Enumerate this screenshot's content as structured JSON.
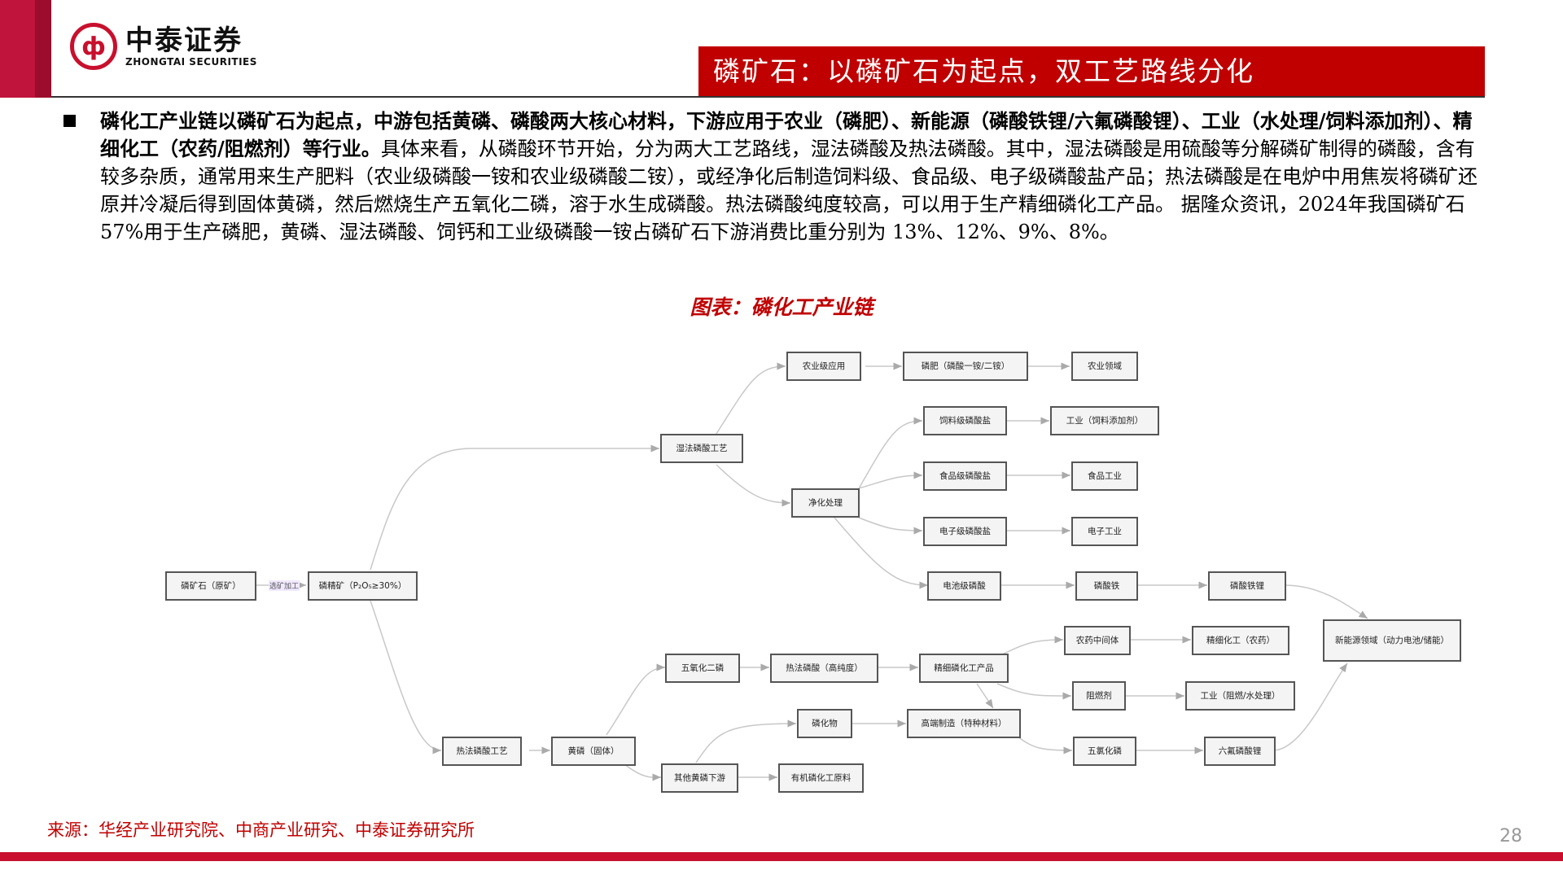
{
  "header": {
    "logo_cn": "中泰证券",
    "logo_en": "ZHONGTAI SECURITIES",
    "title": "磷矿石：以磷矿石为起点，双工艺路线分化"
  },
  "body": {
    "bold_lead": "磷化工产业链以磷矿石为起点，中游包括黄磷、磷酸两大核心材料，下游应用于农业（磷肥）、新能源（磷酸铁锂/六氟磷酸锂）、工业（水处理/饲料添加剂）、精细化工（农药/阻燃剂）等行业。",
    "rest": "具体来看，从磷酸环节开始，分为两大工艺路线，湿法磷酸及热法磷酸。其中，湿法磷酸是用硫酸等分解磷矿制得的磷酸，含有较多杂质，通常用来生产肥料（农业级磷酸一铵和农业级磷酸二铵），或经净化后制造饲料级、食品级、电子级磷酸盐产品；热法磷酸是在电炉中用焦炭将磷矿还原并冷凝后得到固体黄磷，然后燃烧生产五氧化二磷，溶于水生成磷酸。热法磷酸纯度较高，可以用于生产精细磷化工产品。 据隆众资讯，2024年我国磷矿石57%用于生产磷肥，黄磷、湿法磷酸、饲钙和工业级磷酸一铵占磷矿石下游消费比重分别为 13%、12%、9%、8%。"
  },
  "figure": {
    "title": "图表：磷化工产业链",
    "edge_label": "选矿加工",
    "nodes": {
      "raw_ore": "磷矿石（原矿）",
      "concentrate": "磷精矿（P₂O₅≥30%）",
      "wet_process": "湿法磷酸工艺",
      "agri_app": "农业级应用",
      "fertilizer": "磷肥（磷酸一铵/二铵）",
      "agri_field": "农业领域",
      "purification": "净化处理",
      "feed_phosphate": "饲料级磷酸盐",
      "industry_feed": "工业（饲料添加剂）",
      "food_phosphate": "食品级磷酸盐",
      "food_industry": "食品工业",
      "elec_phosphate": "电子级磷酸盐",
      "elec_industry": "电子工业",
      "battery_acid": "电池级磷酸",
      "iron_phosphate": "磷酸铁",
      "lfp": "磷酸铁锂",
      "new_energy": "新能源领域（动力电池/储能）",
      "thermal_process": "热法磷酸工艺",
      "yellow_p": "黄磷（固体）",
      "p2o5": "五氧化二磷",
      "thermal_acid": "热法磷酸（高纯度）",
      "fine_products": "精细磷化工产品",
      "pesticide_inter": "农药中间体",
      "fine_chem": "精细化工（农药）",
      "flame_ret": "阻燃剂",
      "industry_fr": "工业（阻燃/水处理）",
      "other_yp": "其他黄磷下游",
      "phosphide": "磷化物",
      "high_end": "高端制造（特种材料）",
      "pcl5": "五氯化磷",
      "lipf6": "六氟磷酸锂",
      "organic": "有机磷化工原料"
    }
  },
  "footer": {
    "source": "来源：华经产业研究院、中商产业研究、中泰证券研究所",
    "page": "28"
  },
  "colors": {
    "brand_red": "#c8102e",
    "title_red": "#c00000"
  }
}
